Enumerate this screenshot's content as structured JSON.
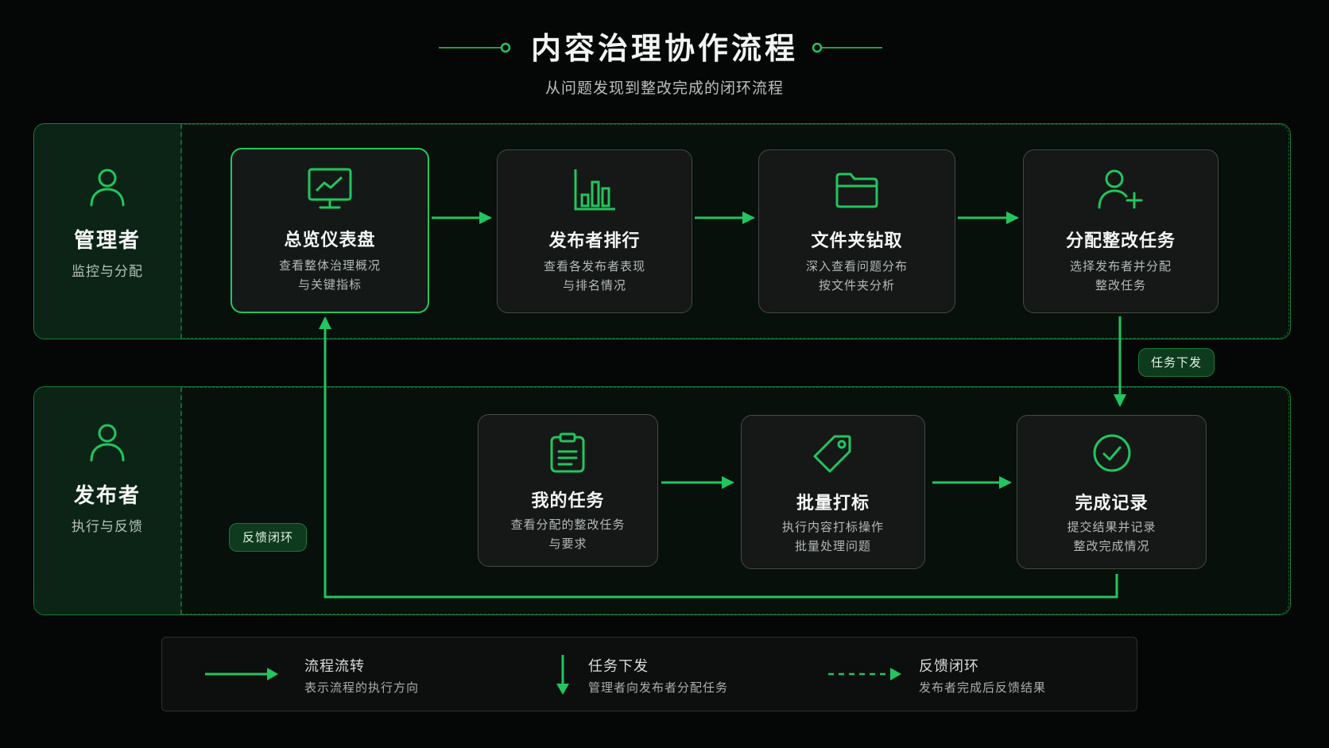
{
  "header": {
    "title": "内容治理协作流程",
    "subtitle": "从问题发现到整改完成的闭环流程"
  },
  "lanes": [
    {
      "role": "管理者",
      "desc": "监控与分配"
    },
    {
      "role": "发布者",
      "desc": "执行与反馈"
    }
  ],
  "manager_steps": [
    {
      "title": "总览仪表盘",
      "line1": "查看整体治理概况",
      "line2": "与关键指标",
      "icon": "monitor-chart-icon"
    },
    {
      "title": "发布者排行",
      "line1": "查看各发布者表现",
      "line2": "与排名情况",
      "icon": "bar-chart-icon"
    },
    {
      "title": "文件夹钻取",
      "line1": "深入查看问题分布",
      "line2": "按文件夹分析",
      "icon": "folder-icon"
    },
    {
      "title": "分配整改任务",
      "line1": "选择发布者并分配",
      "line2": "整改任务",
      "icon": "user-add-icon"
    }
  ],
  "publisher_steps": [
    {
      "title": "我的任务",
      "line1": "查看分配的整改任务",
      "line2": "与要求",
      "icon": "clipboard-icon"
    },
    {
      "title": "批量打标",
      "line1": "执行内容打标操作",
      "line2": "批量处理问题",
      "icon": "tag-icon"
    },
    {
      "title": "完成记录",
      "line1": "提交结果并记录",
      "line2": "整改完成情况",
      "icon": "check-circle-icon"
    }
  ],
  "badges": {
    "dispatch": "任务下发",
    "feedback": "反馈闭环"
  },
  "legend": [
    {
      "title": "流程流转",
      "desc": "表示流程的执行方向"
    },
    {
      "title": "任务下发",
      "desc": "管理者向发布者分配任务"
    },
    {
      "title": "反馈闭环",
      "desc": "发布者完成后反馈结果"
    }
  ],
  "colors": {
    "background": "#050606",
    "accent": "#22c55e",
    "lane_side": "#0b2416",
    "card": "#151816"
  }
}
